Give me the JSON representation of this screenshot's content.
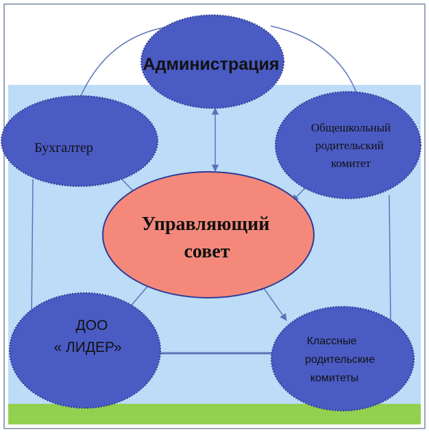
{
  "diagram": {
    "nodes": {
      "administration": {
        "label": "Администрация"
      },
      "accountant": {
        "label": "Бухгалтер"
      },
      "parents_committee": {
        "lines": [
          "Общешкольный",
          "родительский",
          "комитет"
        ]
      },
      "council": {
        "lines": [
          "Управляющий",
          "совет"
        ]
      },
      "doo": {
        "lines": [
          "ДОО",
          "« ЛИДЕР»"
        ]
      },
      "class_committees": {
        "lines": [
          "Классные",
          "родительские",
          "комитеты"
        ]
      }
    },
    "colors": {
      "sky": "#bcdcf7",
      "grass": "#92d050",
      "top_band": "#ffffff",
      "ellipse_fill": "#4a5bc3",
      "ellipse_border": "#2c3a96",
      "council_fill": "#f4897b",
      "council_border": "#2c3a96",
      "connector": "#5a73b8",
      "frame": "#9aa6b8"
    }
  }
}
